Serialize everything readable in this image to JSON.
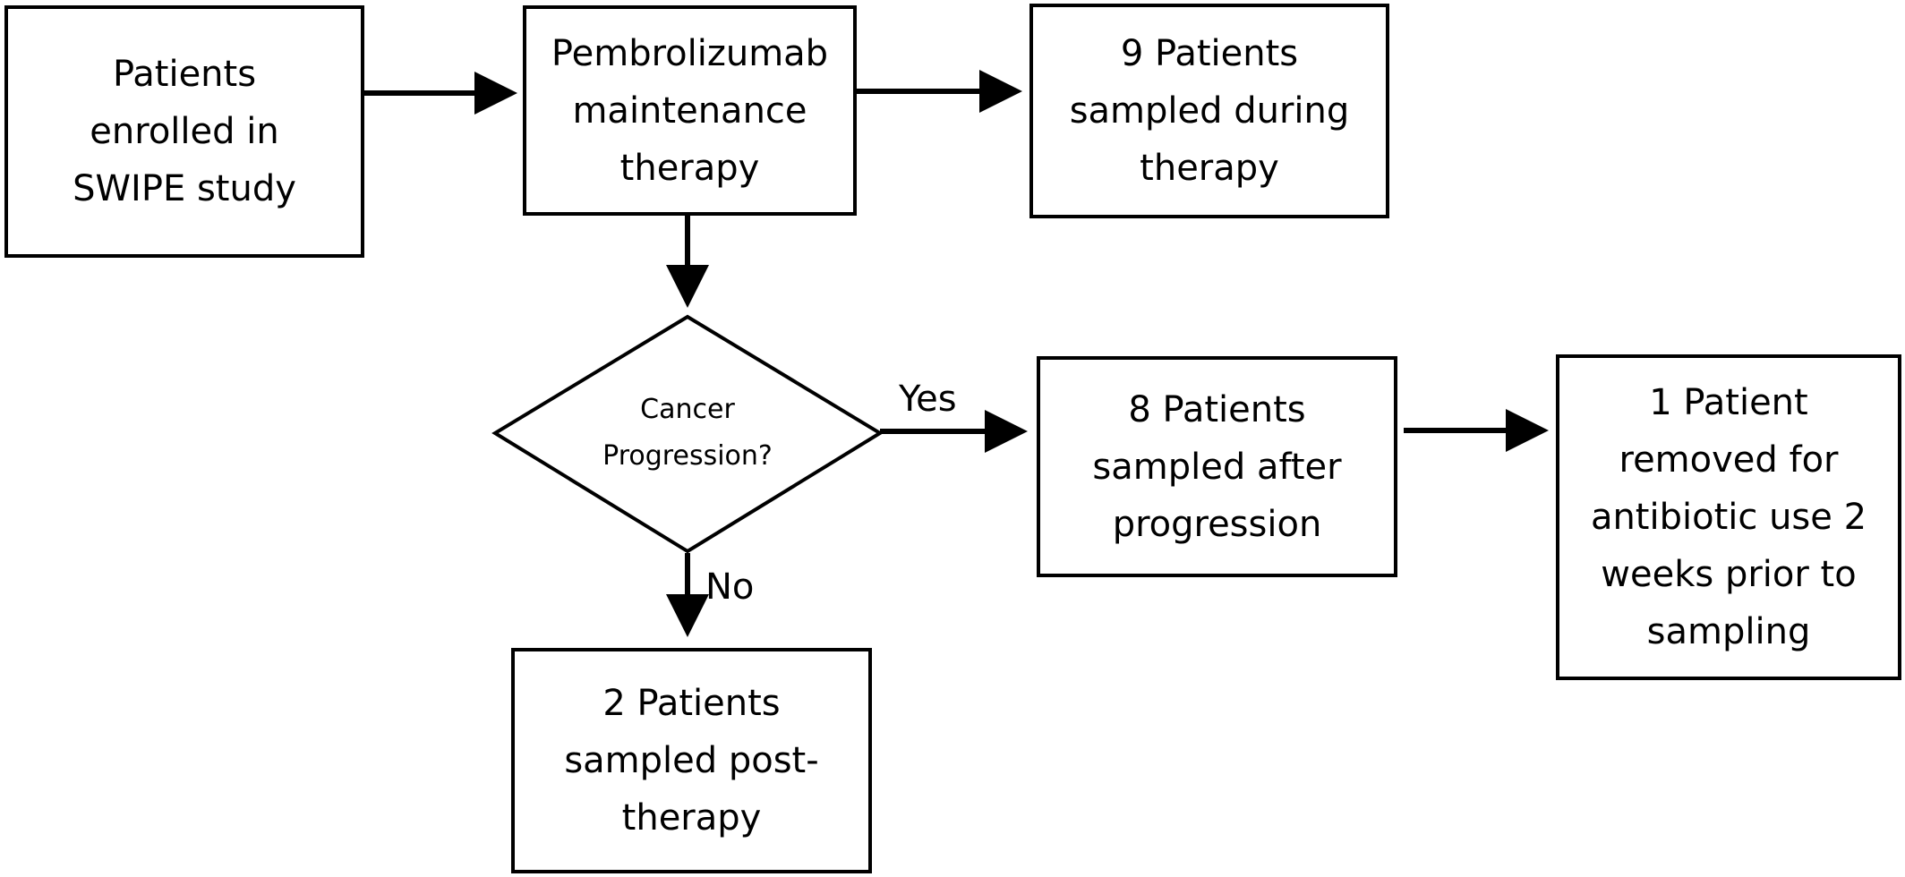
{
  "nodes": {
    "enrolled": {
      "lines": [
        "Patients",
        "enrolled in",
        "SWIPE study"
      ]
    },
    "pembrolizumab": {
      "lines": [
        "Pembrolizumab",
        "maintenance",
        "therapy"
      ]
    },
    "sampled_during": {
      "lines": [
        "9 Patients",
        "sampled during",
        "therapy"
      ]
    },
    "decision": {
      "lines": [
        "Cancer",
        "Progression?"
      ]
    },
    "sampled_after": {
      "lines": [
        "8 Patients",
        "sampled after",
        "progression"
      ]
    },
    "removed": {
      "lines": [
        "1 Patient",
        "removed for",
        "antibiotic use 2",
        "weeks prior to",
        "sampling"
      ]
    },
    "post_therapy": {
      "lines": [
        "2 Patients",
        "sampled post-",
        "therapy"
      ]
    }
  },
  "edges": {
    "yes_label": "Yes",
    "no_label": "No"
  }
}
